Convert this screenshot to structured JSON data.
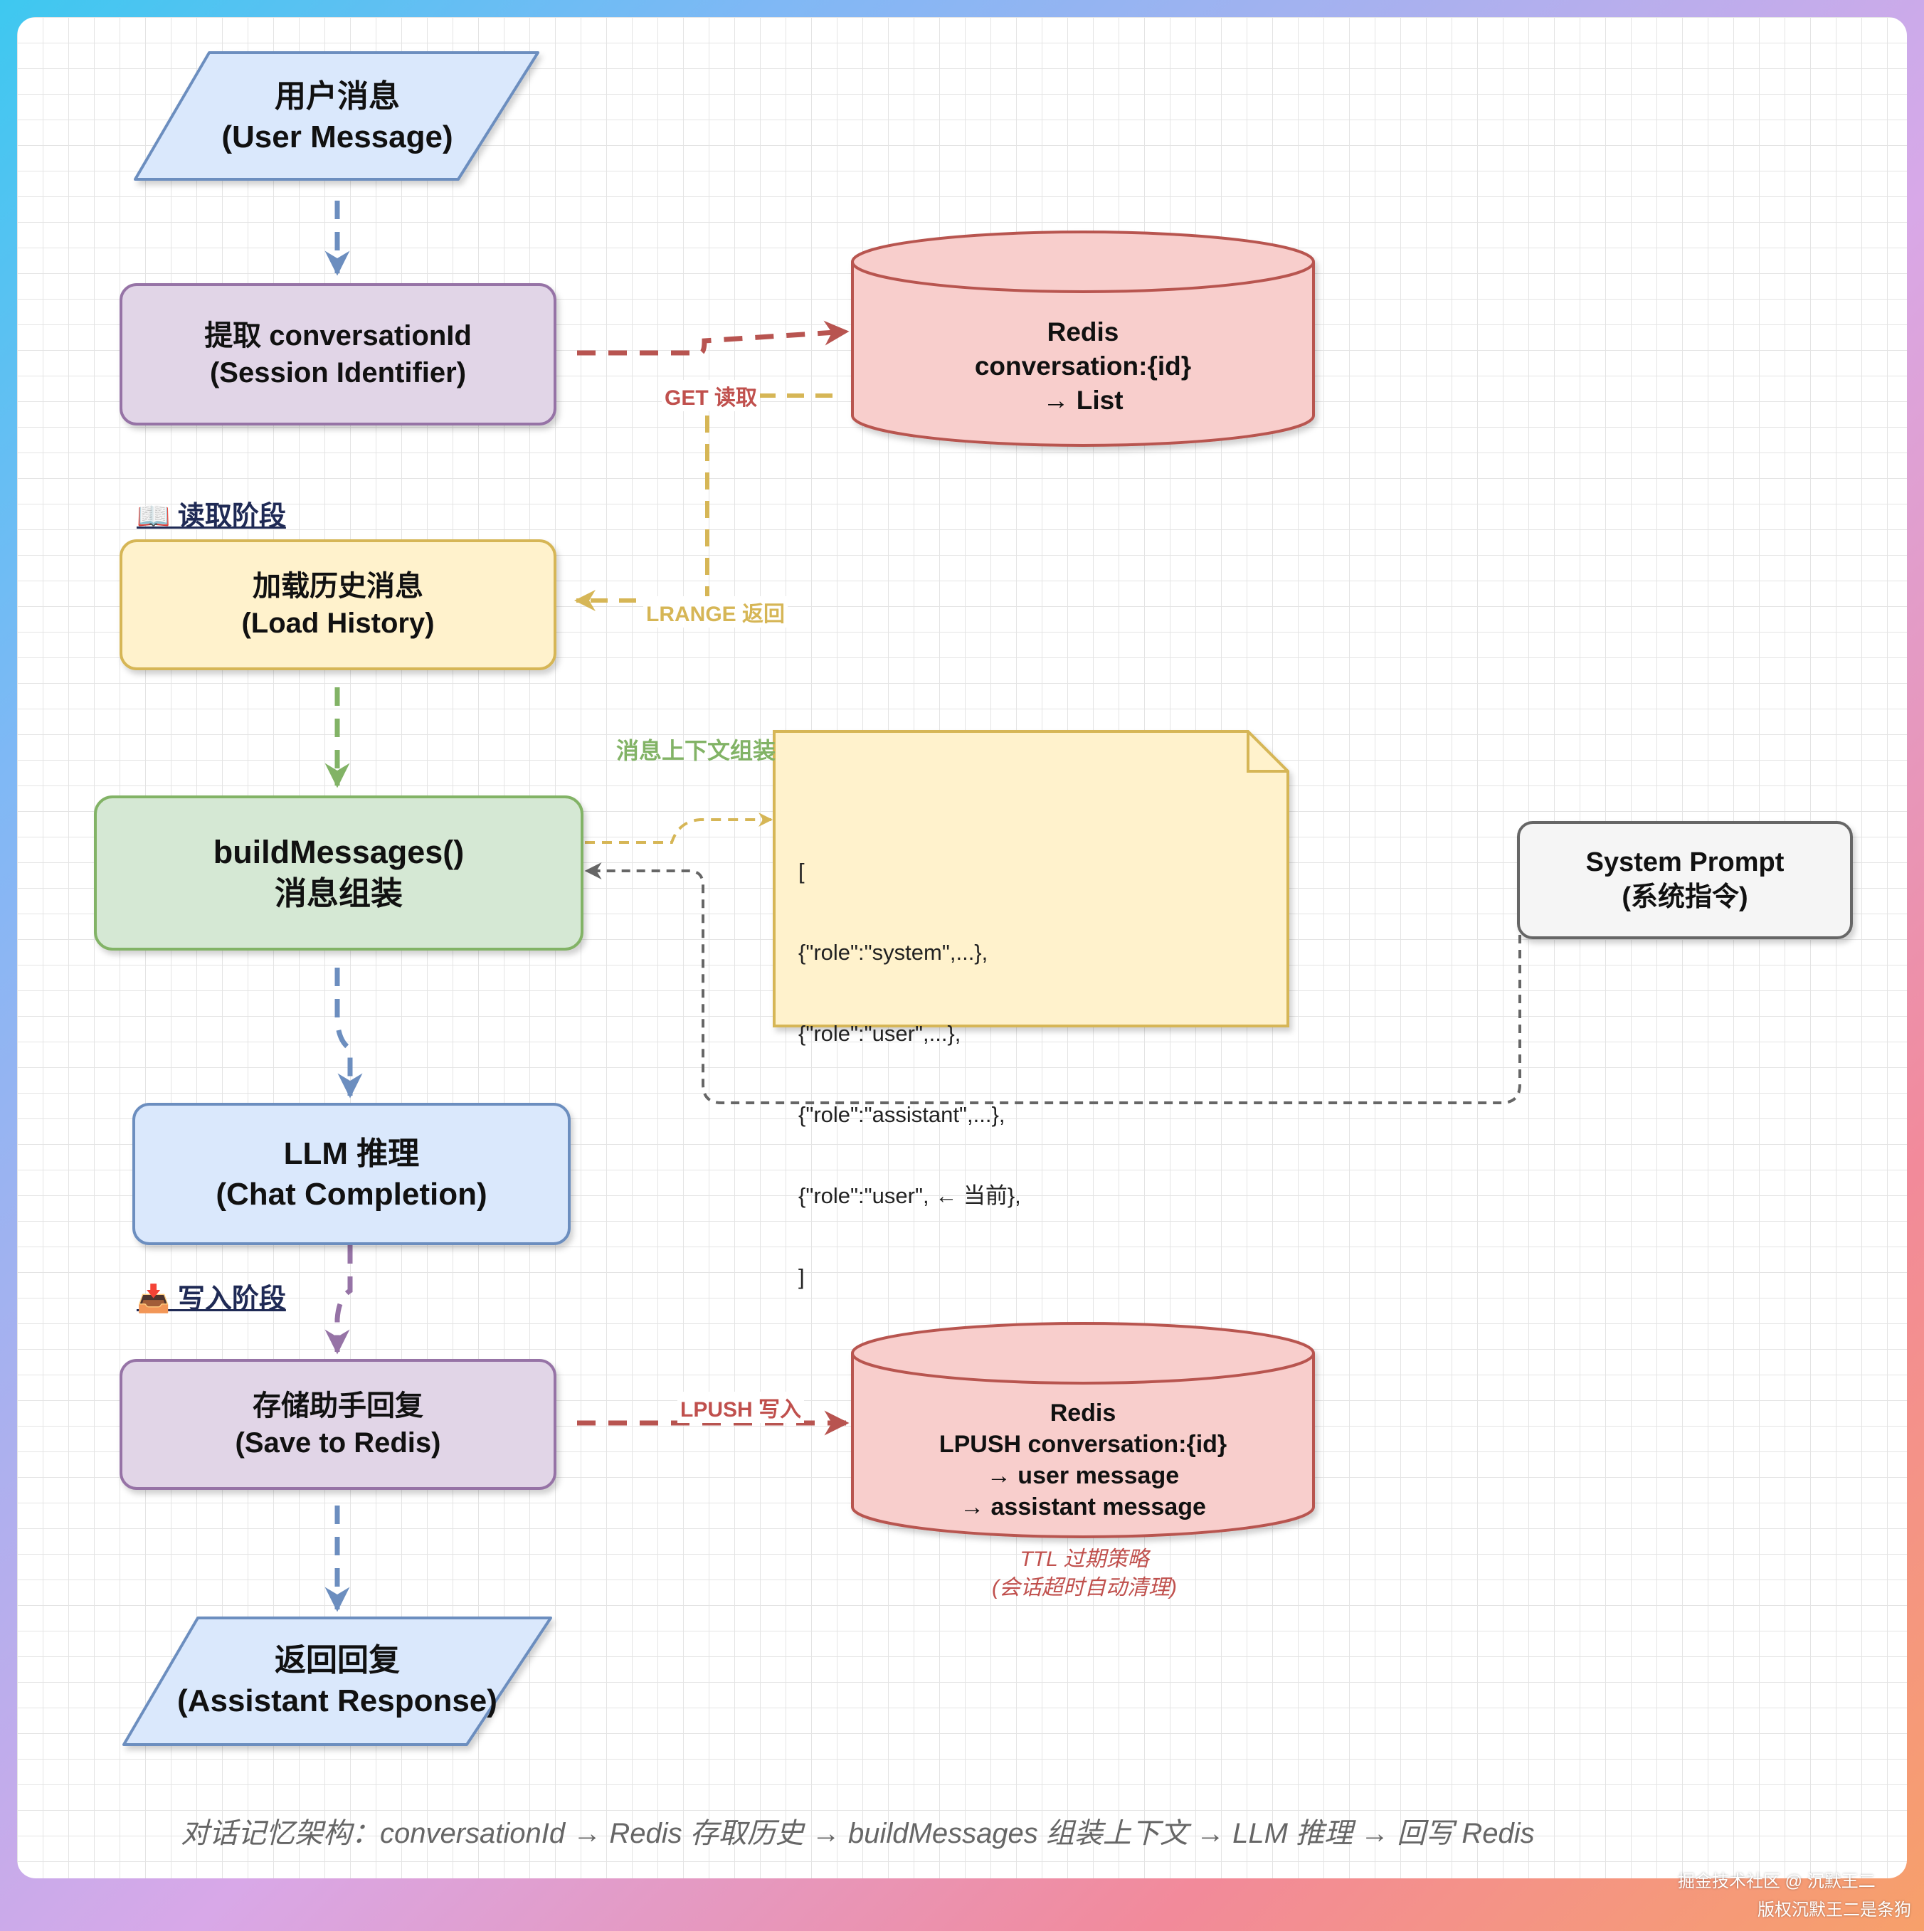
{
  "nodes": {
    "user_message": {
      "line1": "用户消息",
      "line2": "(User Message)"
    },
    "extract_id": {
      "line1": "提取 conversationId",
      "line2": "(Session Identifier)"
    },
    "redis_read": {
      "line1": "Redis",
      "line2": "conversation:{id}",
      "line3": "→ List"
    },
    "load_history": {
      "line1": "加载历史消息",
      "line2": "(Load History)"
    },
    "build_messages": {
      "line1": "buildMessages()",
      "line2": "消息组装"
    },
    "system_prompt": {
      "line1": "System Prompt",
      "line2": "(系统指令)"
    },
    "llm": {
      "line1": "LLM 推理",
      "line2": "(Chat Completion)"
    },
    "save_reply": {
      "line1": "存储助手回复",
      "line2": "(Save to Redis)"
    },
    "redis_write": {
      "line1": "Redis",
      "line2": "LPUSH conversation:{id}",
      "line3": "→ user message",
      "line4": "→ assistant message"
    },
    "response": {
      "line1": "返回回复",
      "line2": "(Assistant Response)"
    }
  },
  "note": {
    "lines": [
      "[",
      "{\"role\":\"system\",...},",
      "{\"role\":\"user\",...},",
      "{\"role\":\"assistant\",...},",
      "{\"role\":\"user\", ← 当前},",
      "]"
    ]
  },
  "edge_labels": {
    "get_read": "GET 读取",
    "lrange_return": "LRANGE 返回",
    "context_assembly": "消息上下文组装",
    "lpush_write": "LPUSH 写入"
  },
  "sections": {
    "read_phase": "📖 读取阶段",
    "write_phase": "📥 写入阶段"
  },
  "ttl": {
    "line1": "TTL 过期策略",
    "line2": "(会话超时自动清理)"
  },
  "caption": "对话记忆架构：conversationId → Redis 存取历史 → buildMessages 组装上下文 → LLM 推理 → 回写 Redis",
  "watermark": {
    "line1": "掘金技术社区 @ 沉默王二",
    "line2": "版权沉默王二是条狗"
  },
  "colors": {
    "blue_fill": "#dae8fc",
    "blue_stroke": "#6c8ebf",
    "purple_fill": "#e1d5e7",
    "purple_stroke": "#9673a6",
    "red_fill": "#f8cecc",
    "red_stroke": "#b85450",
    "yellow_fill": "#fff2cc",
    "yellow_stroke": "#d6b656",
    "green_fill": "#d5e8d4",
    "green_stroke": "#82b366",
    "gray_fill": "#f5f5f5",
    "gray_stroke": "#666666"
  }
}
